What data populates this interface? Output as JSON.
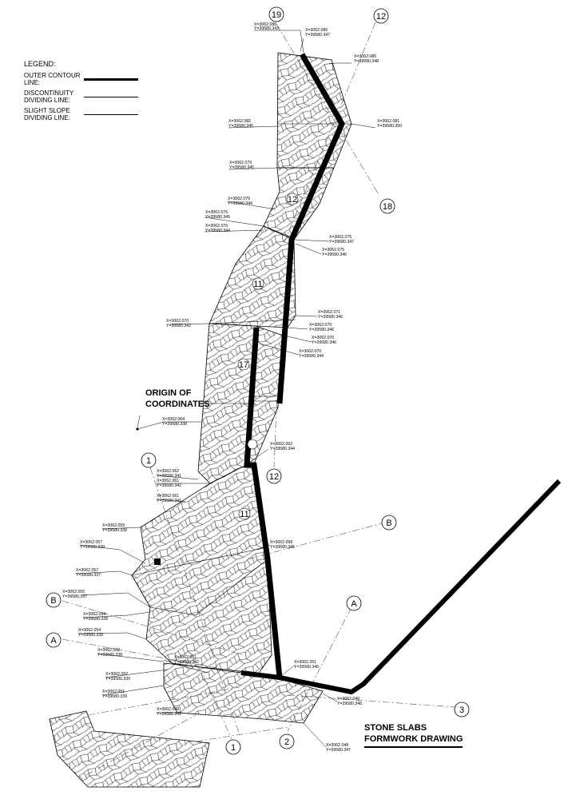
{
  "legend": {
    "title": "LEGEND:",
    "items": [
      {
        "label_l1": "OUTER CONTOUR",
        "label_l2": "LINE:"
      },
      {
        "label_l1": "DISCONTINUITY",
        "label_l2": "DIVIDING LINE:"
      },
      {
        "label_l1": "SLIGHT SLOPE",
        "label_l2": "DIVIDING LINE:"
      }
    ]
  },
  "origin_label": {
    "l1": "ORIGIN OF",
    "l2": "COORDINATES"
  },
  "title": {
    "l1": "STONE SLABS",
    "l2": "FORMWORK DRAWING"
  },
  "markers": [
    {
      "id": "m19",
      "label": "19"
    },
    {
      "id": "m12a",
      "label": "12"
    },
    {
      "id": "m18",
      "label": "18"
    },
    {
      "id": "m12b",
      "label": "12"
    },
    {
      "id": "m1a",
      "label": "1"
    },
    {
      "id": "mB1",
      "label": "B"
    },
    {
      "id": "mB2",
      "label": "B"
    },
    {
      "id": "mA1",
      "label": "A"
    },
    {
      "id": "mA2",
      "label": "A"
    },
    {
      "id": "m3",
      "label": "3"
    },
    {
      "id": "m1b",
      "label": "1"
    },
    {
      "id": "m2",
      "label": "2"
    }
  ],
  "slab_labels": [
    "12",
    "11",
    "17",
    "11"
  ],
  "coords": [
    {
      "x": "X=3062.086",
      "y": "Y=39580.343"
    },
    {
      "x": "X=3062.085",
      "y": "Y=39580.347"
    },
    {
      "x": "X=3062.085",
      "y": "Y=39580.348"
    },
    {
      "x": "X=3062.082",
      "y": "Y=39580.345"
    },
    {
      "x": "X=3062.081",
      "y": "Y=39580.350"
    },
    {
      "x": "X=3062.079",
      "y": "Y=39580.345"
    },
    {
      "x": "X=3062.076",
      "y": "Y=39580.344"
    },
    {
      "x": "X=3062.076",
      "y": "Y=39580.345"
    },
    {
      "x": "X=3062.076",
      "y": "Y=39580.344"
    },
    {
      "x": "X=3062.075",
      "y": "Y=39580.347"
    },
    {
      "x": "X=3062.075",
      "y": "Y=39580.346"
    },
    {
      "x": "X=3062.071",
      "y": "Y=39580.346"
    },
    {
      "x": "X=3062.070",
      "y": "Y=39580.342"
    },
    {
      "x": "X=3062.070",
      "y": "Y=39580.346"
    },
    {
      "x": "X=3062.070",
      "y": "Y=39580.346"
    },
    {
      "x": "X=3062.070",
      "y": "Y=39580.344"
    },
    {
      "x": "X=3062.064",
      "y": "Y=39580.338"
    },
    {
      "x": "X=3062.062",
      "y": "Y=39580.344"
    },
    {
      "x": "X=3062.062",
      "y": "Y=39580.341"
    },
    {
      "x": "X=3062.061",
      "y": "Y=39580.342"
    },
    {
      "x": "X=3062.061",
      "y": "Y=39580.341"
    },
    {
      "x": "X=3062.059",
      "y": "Y=39580.338"
    },
    {
      "x": "X=3062.058",
      "y": "Y=39580.345"
    },
    {
      "x": "X=3062.057",
      "y": "Y=39580.338"
    },
    {
      "x": "X=3062.057",
      "y": "Y=39580.337"
    },
    {
      "x": "X=3062.055",
      "y": "Y=39580.337"
    },
    {
      "x": "X=3062.054",
      "y": "Y=39580.338"
    },
    {
      "x": "X=3062.054",
      "y": "Y=39580.338"
    },
    {
      "x": "X=3062.052",
      "y": "Y=39580.338"
    },
    {
      "x": "X=3062.051",
      "y": "Y=39580.342"
    },
    {
      "x": "X=3062.051",
      "y": "Y=39580.346"
    },
    {
      "x": "X=3062.052",
      "y": "Y=39580.339"
    },
    {
      "x": "X=3062.051",
      "y": "Y=39580.339"
    },
    {
      "x": "X=3062.049",
      "y": "Y=39580.348"
    },
    {
      "x": "X=3062.048",
      "y": "Y=39580.341"
    },
    {
      "x": "X=3062.048",
      "y": "Y=39580.347"
    }
  ]
}
